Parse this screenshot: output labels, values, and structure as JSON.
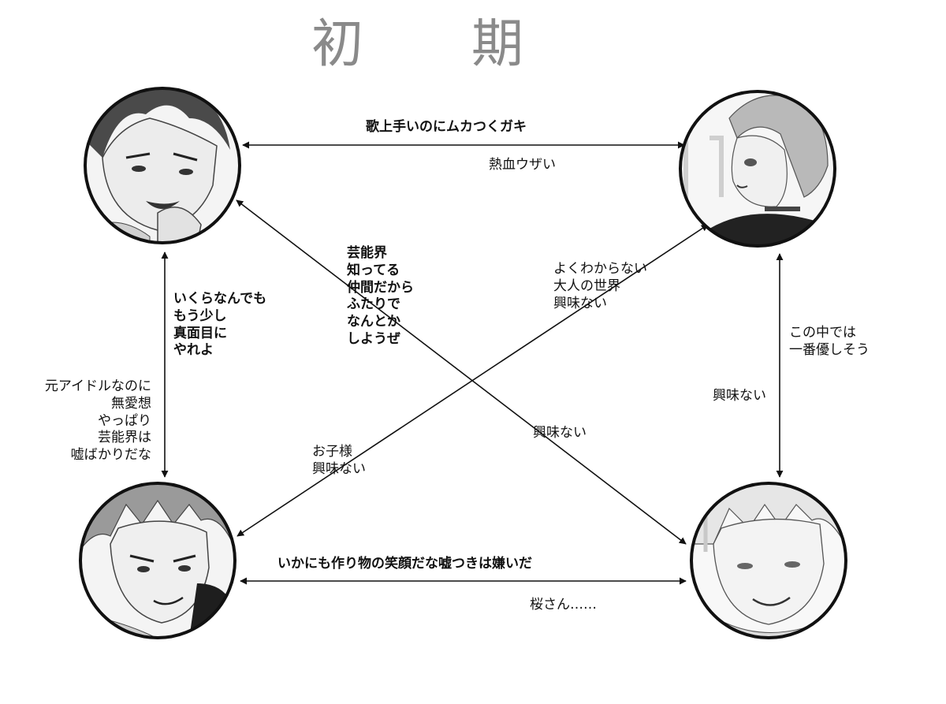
{
  "title": "初 期",
  "characters": [
    {
      "id": "top-left",
      "icon": "portrait-dark-hair-smirking-boy"
    },
    {
      "id": "top-right",
      "icon": "portrait-light-hair-boy-side-profile"
    },
    {
      "id": "bottom-left",
      "icon": "portrait-tousled-hair-young-man"
    },
    {
      "id": "bottom-right",
      "icon": "portrait-pale-hair-smiling-young-man"
    }
  ],
  "relations": {
    "tl_to_tr": "歌上手いのにムカつくガキ",
    "tr_to_tl": "熱血ウザい",
    "tl_to_br": "芸能界\n知ってる\n仲間だから\nふたりで\nなんとか\nしようぜ",
    "br_to_tl": "興味ない",
    "bl_to_tr": "よくわからない\n大人の世界\n興味ない",
    "tr_to_bl": "お子様\n興味ない",
    "tl_to_bl": "いくらなんでも\nもう少し\n真面目に\nやれよ",
    "bl_to_tl": "元アイドルなのに\n無愛想\nやっぱり\n芸能界は\n嘘ばかりだな",
    "tr_to_br": "この中では\n一番優しそう",
    "br_to_tr": "興味ない",
    "bl_to_br": "いかにも作り物の笑顔だな嘘つきは嫌いだ",
    "br_to_bl": "桜さん……"
  }
}
